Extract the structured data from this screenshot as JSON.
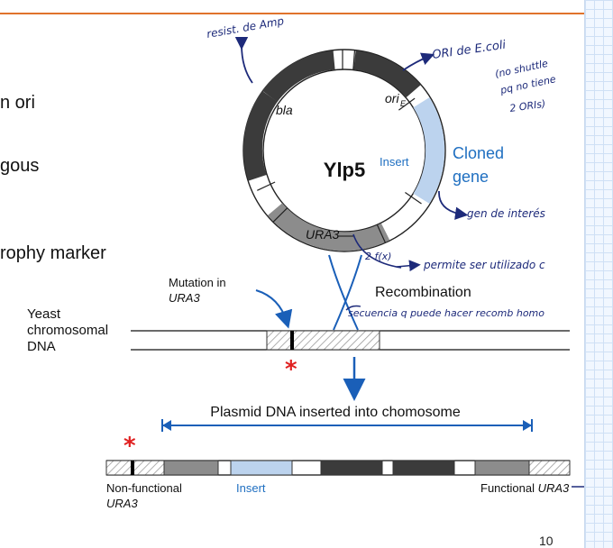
{
  "slide": {
    "bullet_fragments": [
      "n ori",
      "gous",
      "rophy marker"
    ],
    "page_number": "10"
  },
  "plasmid": {
    "name": "Ylp5",
    "labels": {
      "bla": "bla",
      "ori_main": "ori",
      "ori_sub": "E",
      "insert": "Insert",
      "cloned_gene_line1": "Cloned",
      "cloned_gene_line2": "gene",
      "ura3": "URA3"
    }
  },
  "chromosome": {
    "label_line1": "Yeast",
    "label_line2": "chromosomal",
    "label_line3": "DNA",
    "mutation_line1": "Mutation in",
    "mutation_line2": "URA3",
    "recombination": "Recombination",
    "mutation_marker": "*"
  },
  "result": {
    "inserted_label": "Plasmid DNA inserted into chomosome",
    "non_functional_line1": "Non-functional",
    "non_functional_line2": "URA3",
    "insert": "Insert",
    "functional_prefix": "Functional ",
    "functional_gene": "URA3",
    "mutation_marker": "*"
  },
  "handwriting": {
    "resist_amp": "resist. de Amp",
    "ori_ecoli": "ORI de E.coli",
    "no_shuttle_1": "(no shuttle",
    "no_shuttle_2": "pq no tiene",
    "no_shuttle_3": "2 ORIs)",
    "gen_interes": "gen de interés",
    "function": "2 f(x)",
    "permite": "permite ser utilizado c",
    "secuencia": "secuencia q puede hacer recomb homo"
  },
  "colors": {
    "dark": "#3b3b3b",
    "mid": "#8c8c8c",
    "insert": "#bcd3ee",
    "blue_text": "#1f6fc1",
    "arrow_blue": "#1a5fb8",
    "marker_red": "#e02020",
    "accent_rule": "#e0732b",
    "ink": "#1d2a7a"
  }
}
